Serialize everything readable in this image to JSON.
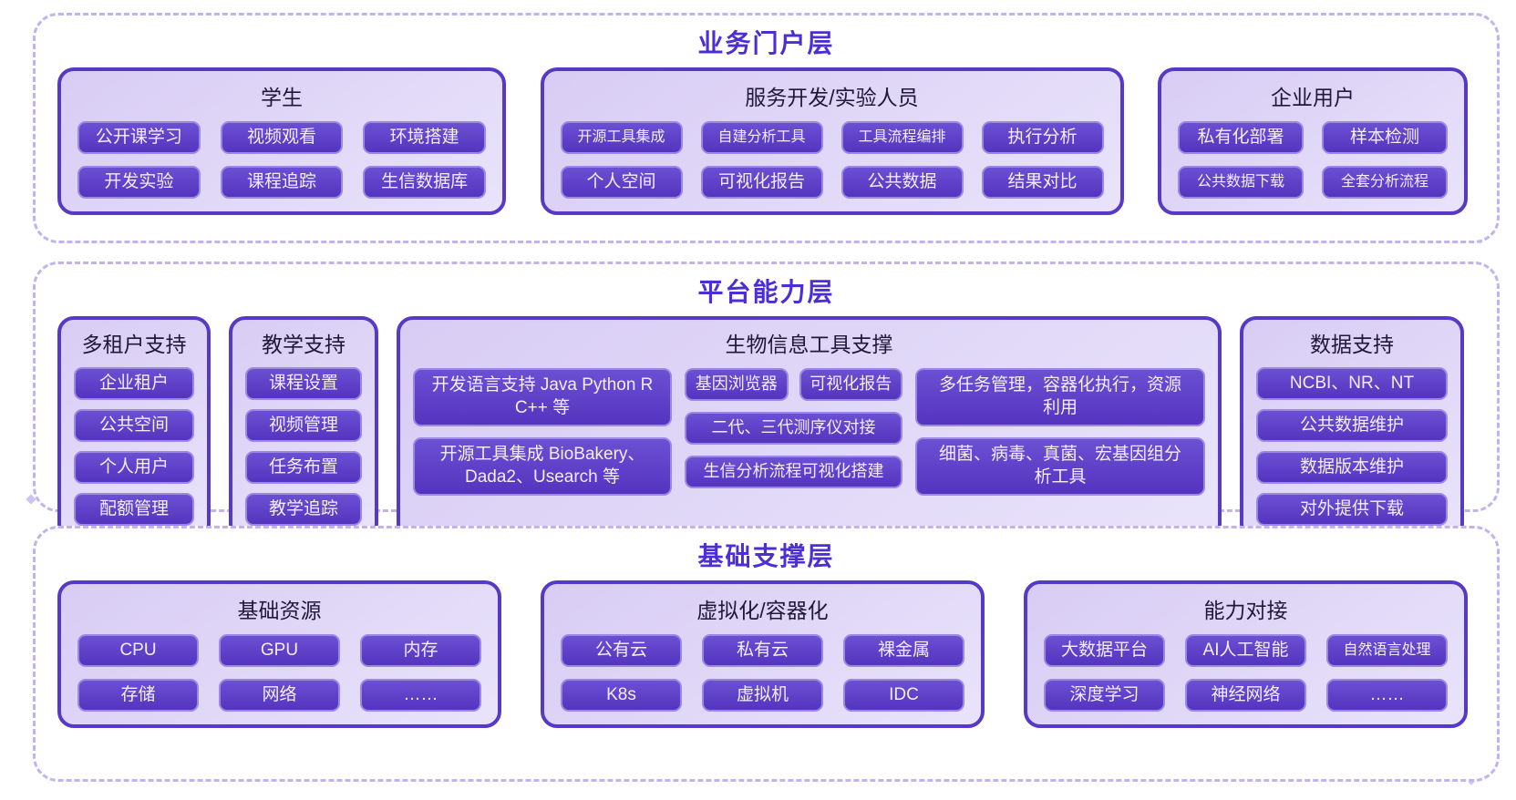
{
  "layers": [
    {
      "title": "业务门户层",
      "boxes": [
        {
          "title": "学生",
          "buttons": [
            "公开课学习",
            "视频观看",
            "环境搭建",
            "开发实验",
            "课程追踪",
            "生信数据库"
          ]
        },
        {
          "title": "服务开发/实验人员",
          "buttons": [
            "开源工具集成",
            "自建分析工具",
            "工具流程编排",
            "执行分析",
            "个人空间",
            "可视化报告",
            "公共数据",
            "结果对比"
          ]
        },
        {
          "title": "企业用户",
          "buttons": [
            "私有化部署",
            "样本检测",
            "公共数据下载",
            "全套分析流程"
          ]
        }
      ]
    },
    {
      "title": "平台能力层",
      "boxes": [
        {
          "title": "多租户支持",
          "buttons": [
            "企业租户",
            "公共空间",
            "个人用户",
            "配额管理"
          ]
        },
        {
          "title": "教学支持",
          "buttons": [
            "课程设置",
            "视频管理",
            "任务布置",
            "教学追踪"
          ]
        },
        {
          "title": "生物信息工具支撑",
          "columns": [
            [
              "开发语言支持 Java Python R C++ 等",
              "开源工具集成 BioBakery、Dada2、Usearch 等"
            ],
            [
              "基因浏览器",
              "可视化报告",
              "二代、三代测序仪对接",
              "生信分析流程可视化搭建"
            ],
            [
              "多任务管理，容器化执行，资源利用",
              "细菌、病毒、真菌、宏基因组分析工具"
            ]
          ]
        },
        {
          "title": "数据支持",
          "buttons": [
            "NCBI、NR、NT",
            "公共数据维护",
            "数据版本维护",
            "对外提供下载"
          ]
        }
      ]
    },
    {
      "title": "基础支撑层",
      "boxes": [
        {
          "title": "基础资源",
          "buttons": [
            "CPU",
            "GPU",
            "内存",
            "存储",
            "网络",
            "……"
          ]
        },
        {
          "title": "虚拟化/容器化",
          "buttons": [
            "公有云",
            "私有云",
            "裸金属",
            "K8s",
            "虚拟机",
            "IDC"
          ]
        },
        {
          "title": "能力对接",
          "buttons": [
            "大数据平台",
            "AI人工智能",
            "自然语言处理",
            "深度学习",
            "神经网络",
            "……"
          ]
        }
      ]
    }
  ],
  "colors": {
    "accent_border": "#5639c5",
    "button_fill": "#5534bf",
    "button_border": "#9b88e5",
    "panel_fill": "#ddd2f6",
    "dashed_border": "#c2b3ee",
    "layer_title": "#4c2fd4"
  }
}
